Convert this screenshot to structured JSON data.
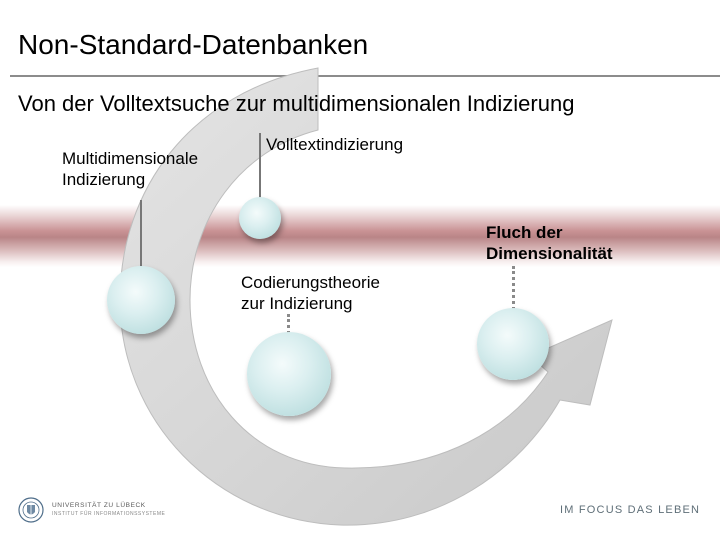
{
  "slide": {
    "title": "Non-Standard-Datenbanken",
    "subtitle": "Von der Volltextsuche zur multidimensionalen Indizierung"
  },
  "labels": {
    "multidim_line1": "Multidimensionale",
    "multidim_line2": "Indizierung",
    "volltext": "Volltextindizierung",
    "fluch_line1": "Fluch der",
    "fluch_line2": "Dimensionalität",
    "codierung_line1": "Codierungstheorie",
    "codierung_line2": "zur Indizierung"
  },
  "footer": {
    "university": "UNIVERSITÄT ZU LÜBECK",
    "institute": "INSTITUT FÜR INFORMATIONSSYSTEME",
    "slogan": "IM FOCUS DAS LEBEN"
  },
  "colors": {
    "arrow": "#d6d6d6",
    "band": "#c08c8e",
    "sphere": "#c3e2e3",
    "slogan": "#5f6f78"
  }
}
